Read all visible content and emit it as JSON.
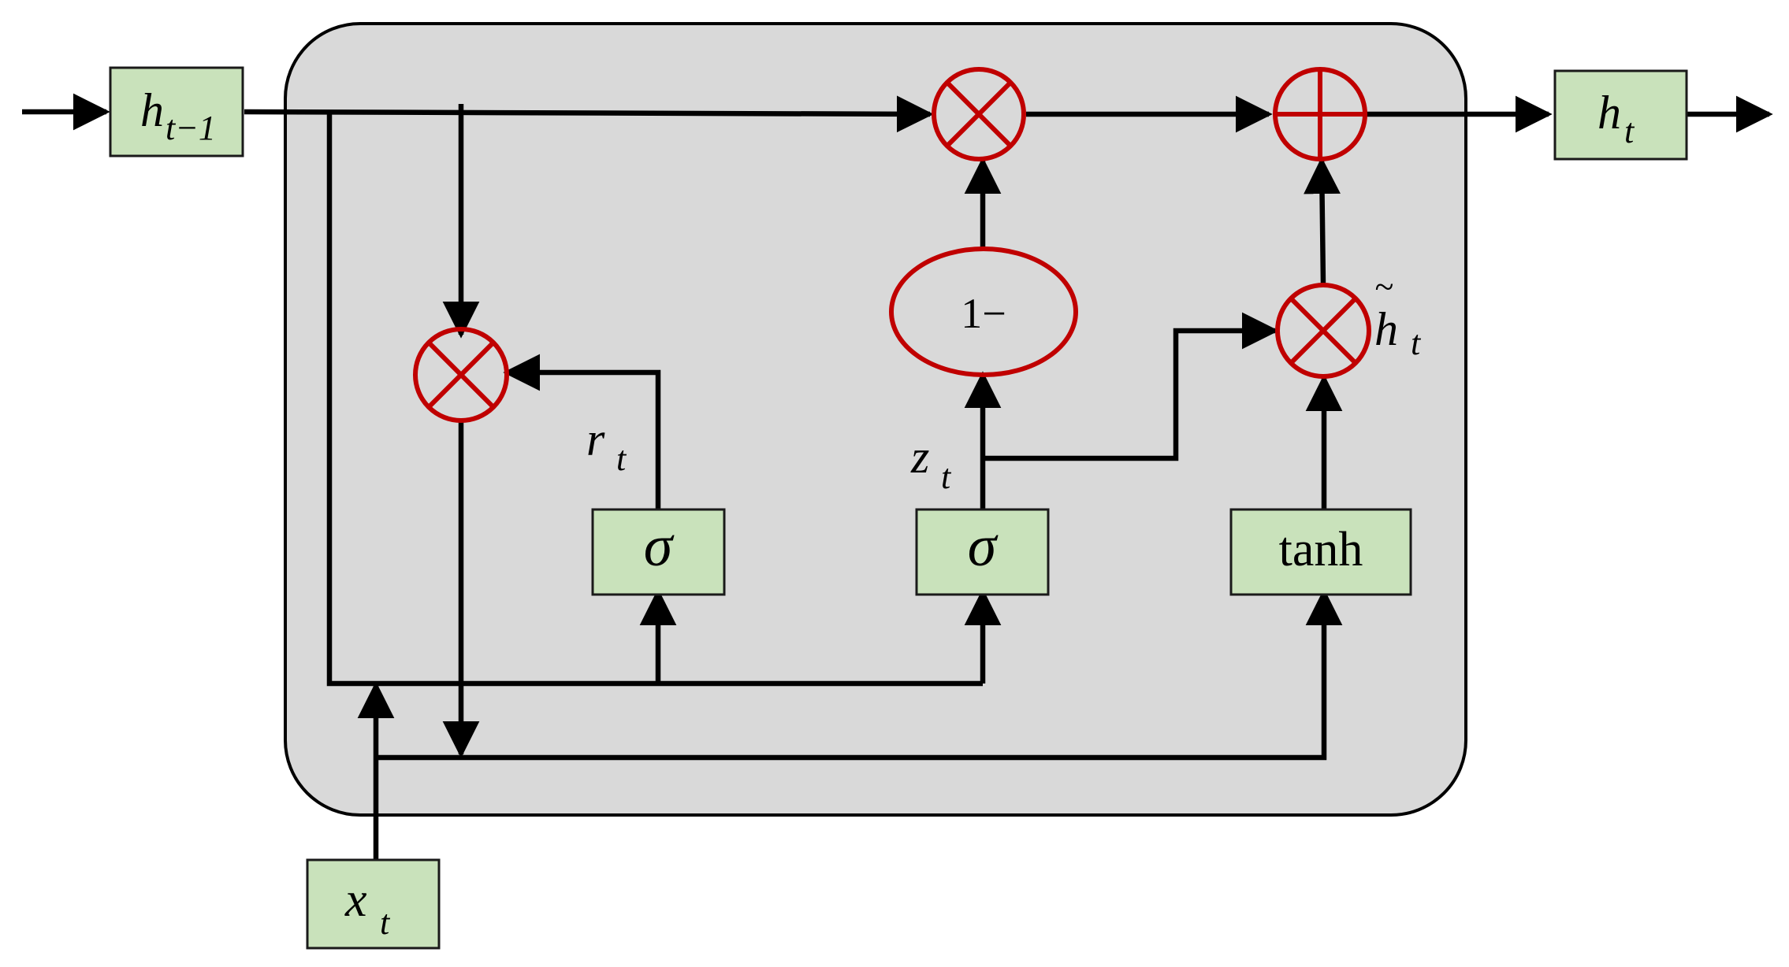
{
  "nodes": {
    "h_prev": {
      "main": "h",
      "sub": "t−1"
    },
    "h_out": {
      "main": "h",
      "sub": "t"
    },
    "x_in": {
      "main": "x",
      "sub": "t"
    },
    "sigma_r": {
      "label": "σ"
    },
    "sigma_z": {
      "label": "σ"
    },
    "tanh": {
      "label": "tanh"
    },
    "one_minus": {
      "label": "1−"
    }
  },
  "labels": {
    "r_gate": {
      "main": "r",
      "sub": "t"
    },
    "z_gate": {
      "main": "z",
      "sub": "t"
    },
    "h_tilde": {
      "main": "h",
      "accent": "~",
      "sub": "t"
    }
  },
  "colors": {
    "cell_fill": "#d9d9d9",
    "box_fill": "#c9e2bb",
    "operator_color": "#c00000",
    "wire_color": "#000000"
  },
  "icons": {
    "multiply": "circle-times-icon",
    "add": "circle-plus-icon"
  }
}
